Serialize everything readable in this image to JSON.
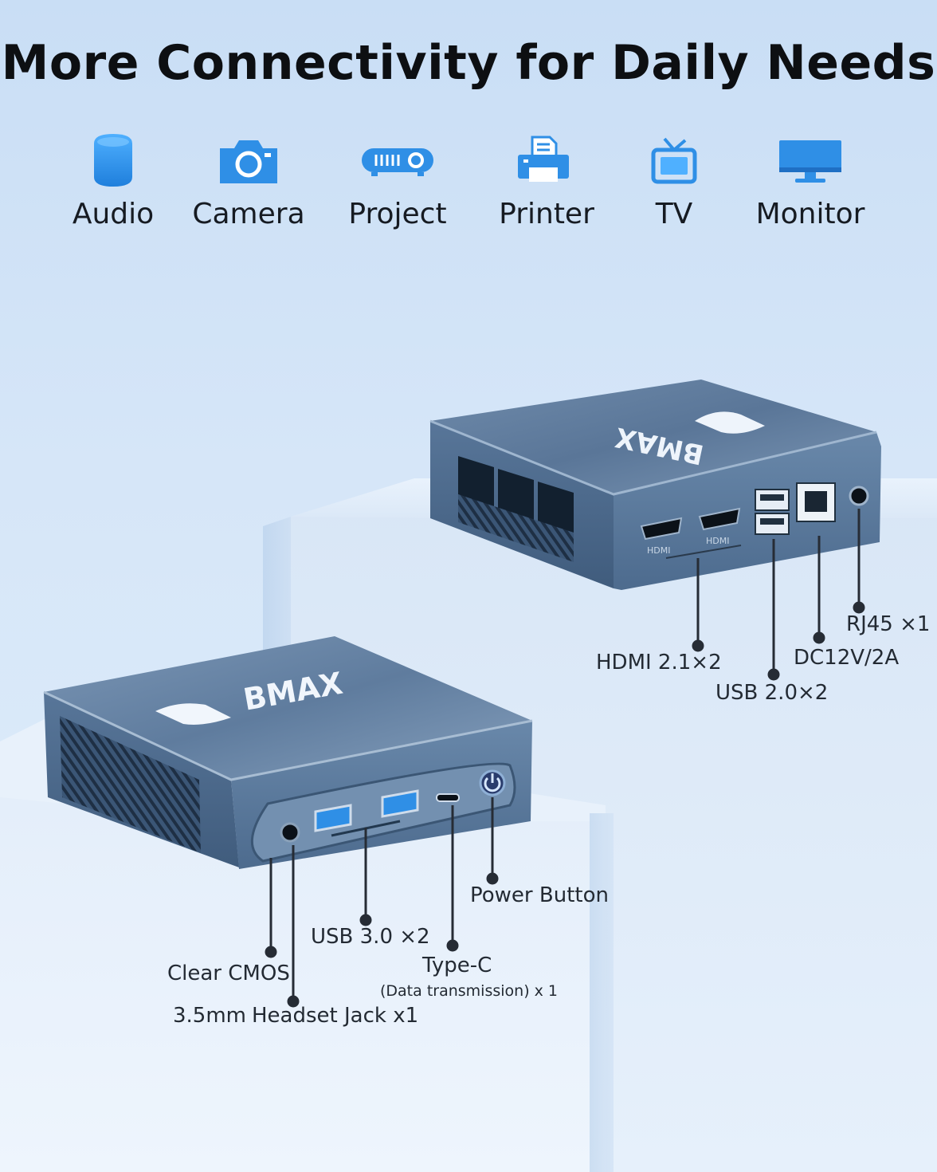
{
  "headline": "More Connectivity for Daily Needs",
  "uses": [
    {
      "label": "Audio",
      "icon": "speaker-icon"
    },
    {
      "label": "Camera",
      "icon": "camera-icon"
    },
    {
      "label": "Project",
      "icon": "projector-icon"
    },
    {
      "label": "Printer",
      "icon": "printer-icon"
    },
    {
      "label": "TV",
      "icon": "tv-icon"
    },
    {
      "label": "Monitor",
      "icon": "monitor-icon"
    }
  ],
  "rear_ports": {
    "hdmi": "HDMI 2.1×2",
    "usb2": "USB 2.0×2",
    "dc": "DC12V/2A",
    "rj45": "RJ45 ×1"
  },
  "front_ports": {
    "power": "Power Button",
    "usb3": "USB 3.0 ×2",
    "typec": "Type-C",
    "typec_note": "(Data transmission) x 1",
    "cmos": "Clear CMOS",
    "jack_size": "3.5mm",
    "jack": "Headset Jack x1"
  },
  "device_logo": "BMAX",
  "port_marks": {
    "hdmi": "HDMI"
  },
  "colors": {
    "accent": "#2f8fe6",
    "device": "#4a6a8c",
    "text": "#0d0f12"
  }
}
